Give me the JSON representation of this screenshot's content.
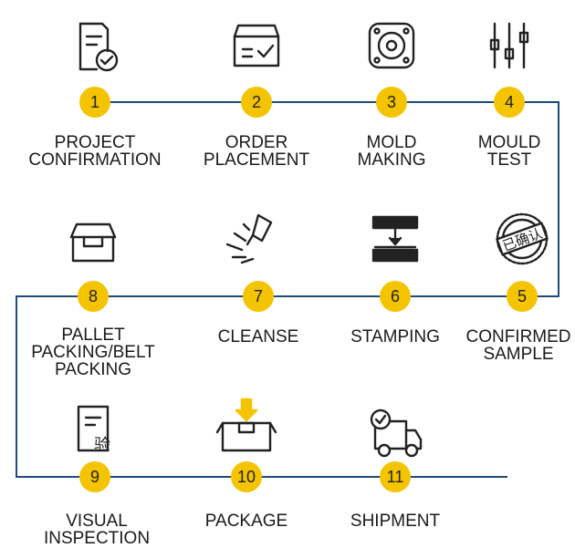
{
  "colors": {
    "accent": "#f5c400",
    "line": "#1d4b7a",
    "icon": "#222222",
    "arrow_fill": "#f5c400"
  },
  "steps": [
    {
      "number": "1",
      "label": "PROJECT\nCONFIRMATION",
      "icon": "document-check-icon"
    },
    {
      "number": "2",
      "label": "ORDER\nPLACEMENT",
      "icon": "box-check-icon"
    },
    {
      "number": "3",
      "label": "MOLD\nMAKING",
      "icon": "speaker-mold-icon"
    },
    {
      "number": "4",
      "label": "MOULD\nTEST",
      "icon": "sliders-icon"
    },
    {
      "number": "5",
      "label": "CONFIRMED\nSAMPLE",
      "icon": "confirmed-stamp-icon",
      "stamp_text": "已确认"
    },
    {
      "number": "6",
      "label": "STAMPING",
      "icon": "stamping-press-icon"
    },
    {
      "number": "7",
      "label": "CLEANSE",
      "icon": "spray-icon"
    },
    {
      "number": "8",
      "label": "PALLET\nPACKING/BELT\nPACKING",
      "icon": "pallet-box-icon"
    },
    {
      "number": "9",
      "label": "VISUAL\nINSPECTION",
      "icon": "inspection-doc-icon",
      "doc_mark": "验"
    },
    {
      "number": "10",
      "label": "PACKAGE",
      "icon": "package-arrow-icon"
    },
    {
      "number": "11",
      "label": "SHIPMENT",
      "icon": "delivery-truck-icon"
    }
  ]
}
